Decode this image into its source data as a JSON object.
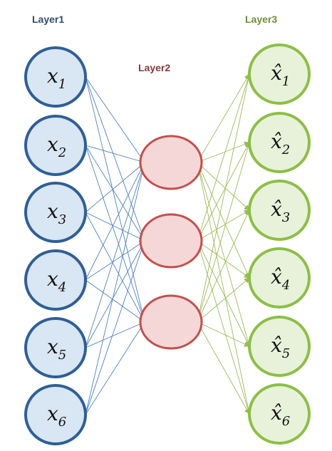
{
  "layer_titles": {
    "layer1": "Layer1",
    "layer2": "Layer2",
    "layer3": "Layer3"
  },
  "layers": {
    "input": {
      "nodes": [
        {
          "base": "x",
          "sub": "1"
        },
        {
          "base": "x",
          "sub": "2"
        },
        {
          "base": "x",
          "sub": "3"
        },
        {
          "base": "x",
          "sub": "4"
        },
        {
          "base": "x",
          "sub": "5"
        },
        {
          "base": "x",
          "sub": "6"
        }
      ]
    },
    "hidden": {
      "count": 3
    },
    "output": {
      "nodes": [
        {
          "base": "x̂",
          "sub": "1"
        },
        {
          "base": "x̂",
          "sub": "2"
        },
        {
          "base": "x̂",
          "sub": "3"
        },
        {
          "base": "x̂",
          "sub": "4"
        },
        {
          "base": "x̂",
          "sub": "5"
        },
        {
          "base": "x̂",
          "sub": "6"
        }
      ]
    }
  },
  "colors": {
    "input_stroke": "#2f5f94",
    "input_fill": "#d9e6f3",
    "hidden_stroke": "#c0504d",
    "hidden_fill": "#f6d7d7",
    "output_stroke": "#8cbf46",
    "output_fill": "#e8f2da",
    "edge_in": "#4f81bd",
    "edge_out": "#9bbb59"
  }
}
